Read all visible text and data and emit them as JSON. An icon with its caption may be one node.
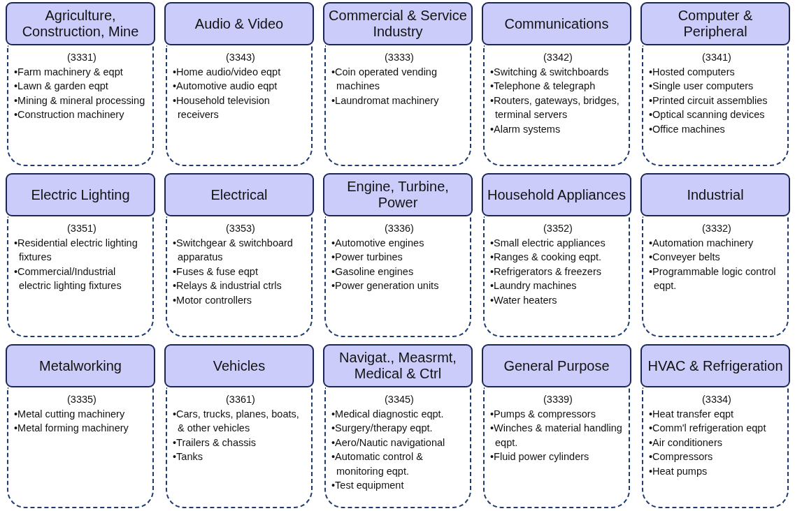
{
  "diagram": {
    "nodes": [
      {
        "text": [
          "Agriculture, Construction, Mine"
        ]
      },
      {
        "text": [
          "(3331)",
          "•Farm machinery & eqpt",
          "•Lawn & garden eqpt",
          "•Mining & mineral processing",
          "•Construction machinery"
        ]
      },
      {
        "text": [
          "Audio & Video"
        ]
      },
      {
        "text": [
          "(3343)",
          "•Home audio/video eqpt",
          "•Automotive audio eqpt",
          "•Household television receivers"
        ]
      },
      {
        "text": [
          "Commercial & Service Industry"
        ]
      },
      {
        "text": [
          "(3333)",
          "•Coin operated vending machines",
          "•Laundromat machinery"
        ]
      },
      {
        "text": [
          "Communications"
        ]
      },
      {
        "text": [
          "(3342)",
          "•Switching & switchboards",
          "•Telephone & telegraph",
          "•Routers, gateways, bridges, terminal servers",
          "•Alarm systems"
        ]
      },
      {
        "text": [
          "Computer & Peripheral"
        ]
      },
      {
        "text": [
          "(3341)",
          "•Hosted computers",
          "•Single user computers",
          "•Printed circuit assemblies",
          "•Optical scanning devices",
          "•Office machines"
        ]
      },
      {
        "text": [
          "Electric Lighting"
        ]
      },
      {
        "text": [
          "(3351)",
          "•Residential electric lighting fixtures",
          "•Commercial/Industrial electric lighting fixtures"
        ]
      },
      {
        "text": [
          "Electrical"
        ]
      },
      {
        "text": [
          "(3353)",
          "•Switchgear & switchboard apparatus",
          "•Fuses & fuse eqpt",
          "•Relays & industrial ctrls",
          "•Motor controllers"
        ]
      },
      {
        "text": [
          "Engine, Turbine, Power"
        ]
      },
      {
        "text": [
          "(3336)",
          "•Automotive engines",
          "•Power turbines",
          "•Gasoline engines",
          "•Power generation units"
        ]
      },
      {
        "text": [
          "Household Appliances"
        ]
      },
      {
        "text": [
          "(3352)",
          "•Small electric appliances",
          "•Ranges & cooking eqpt.",
          "•Refrigerators & freezers",
          "•Laundry machines",
          "•Water heaters"
        ]
      },
      {
        "text": [
          "Industrial"
        ]
      },
      {
        "text": [
          "(3332)",
          "•Automation machinery",
          "•Conveyer belts",
          "•Programmable logic control eqpt."
        ]
      },
      {
        "text": [
          "Metalworking"
        ]
      },
      {
        "text": [
          "(3335)",
          "•Metal cutting machinery",
          "•Metal forming machinery"
        ]
      },
      {
        "text": [
          "Vehicles"
        ]
      },
      {
        "text": [
          "(3361)",
          "•Cars, trucks, planes, boats, & other vehicles",
          "•Trailers & chassis",
          "•Tanks"
        ]
      },
      {
        "text": [
          "Navigat., Measrmt, Medical & Ctrl"
        ]
      },
      {
        "text": [
          "(3345)",
          "•Medical diagnostic eqpt.",
          "•Surgery/therapy eqpt.",
          "•Aero/Nautic navigational",
          "•Automatic control & monitoring eqpt.",
          "•Test equipment"
        ]
      },
      {
        "text": [
          "General Purpose"
        ]
      },
      {
        "text": [
          "(3339)",
          "•Pumps & compressors",
          "•Winches & material handling eqpt.",
          "•Fluid power cylinders"
        ]
      },
      {
        "text": [
          "HVAC & Refrigeration"
        ]
      },
      {
        "text": [
          "(3334)",
          "•Heat transfer eqpt",
          "•Comm'l refrigeration eqpt",
          "•Air conditioners",
          "•Compressors",
          "•Heat pumps"
        ]
      }
    ]
  }
}
